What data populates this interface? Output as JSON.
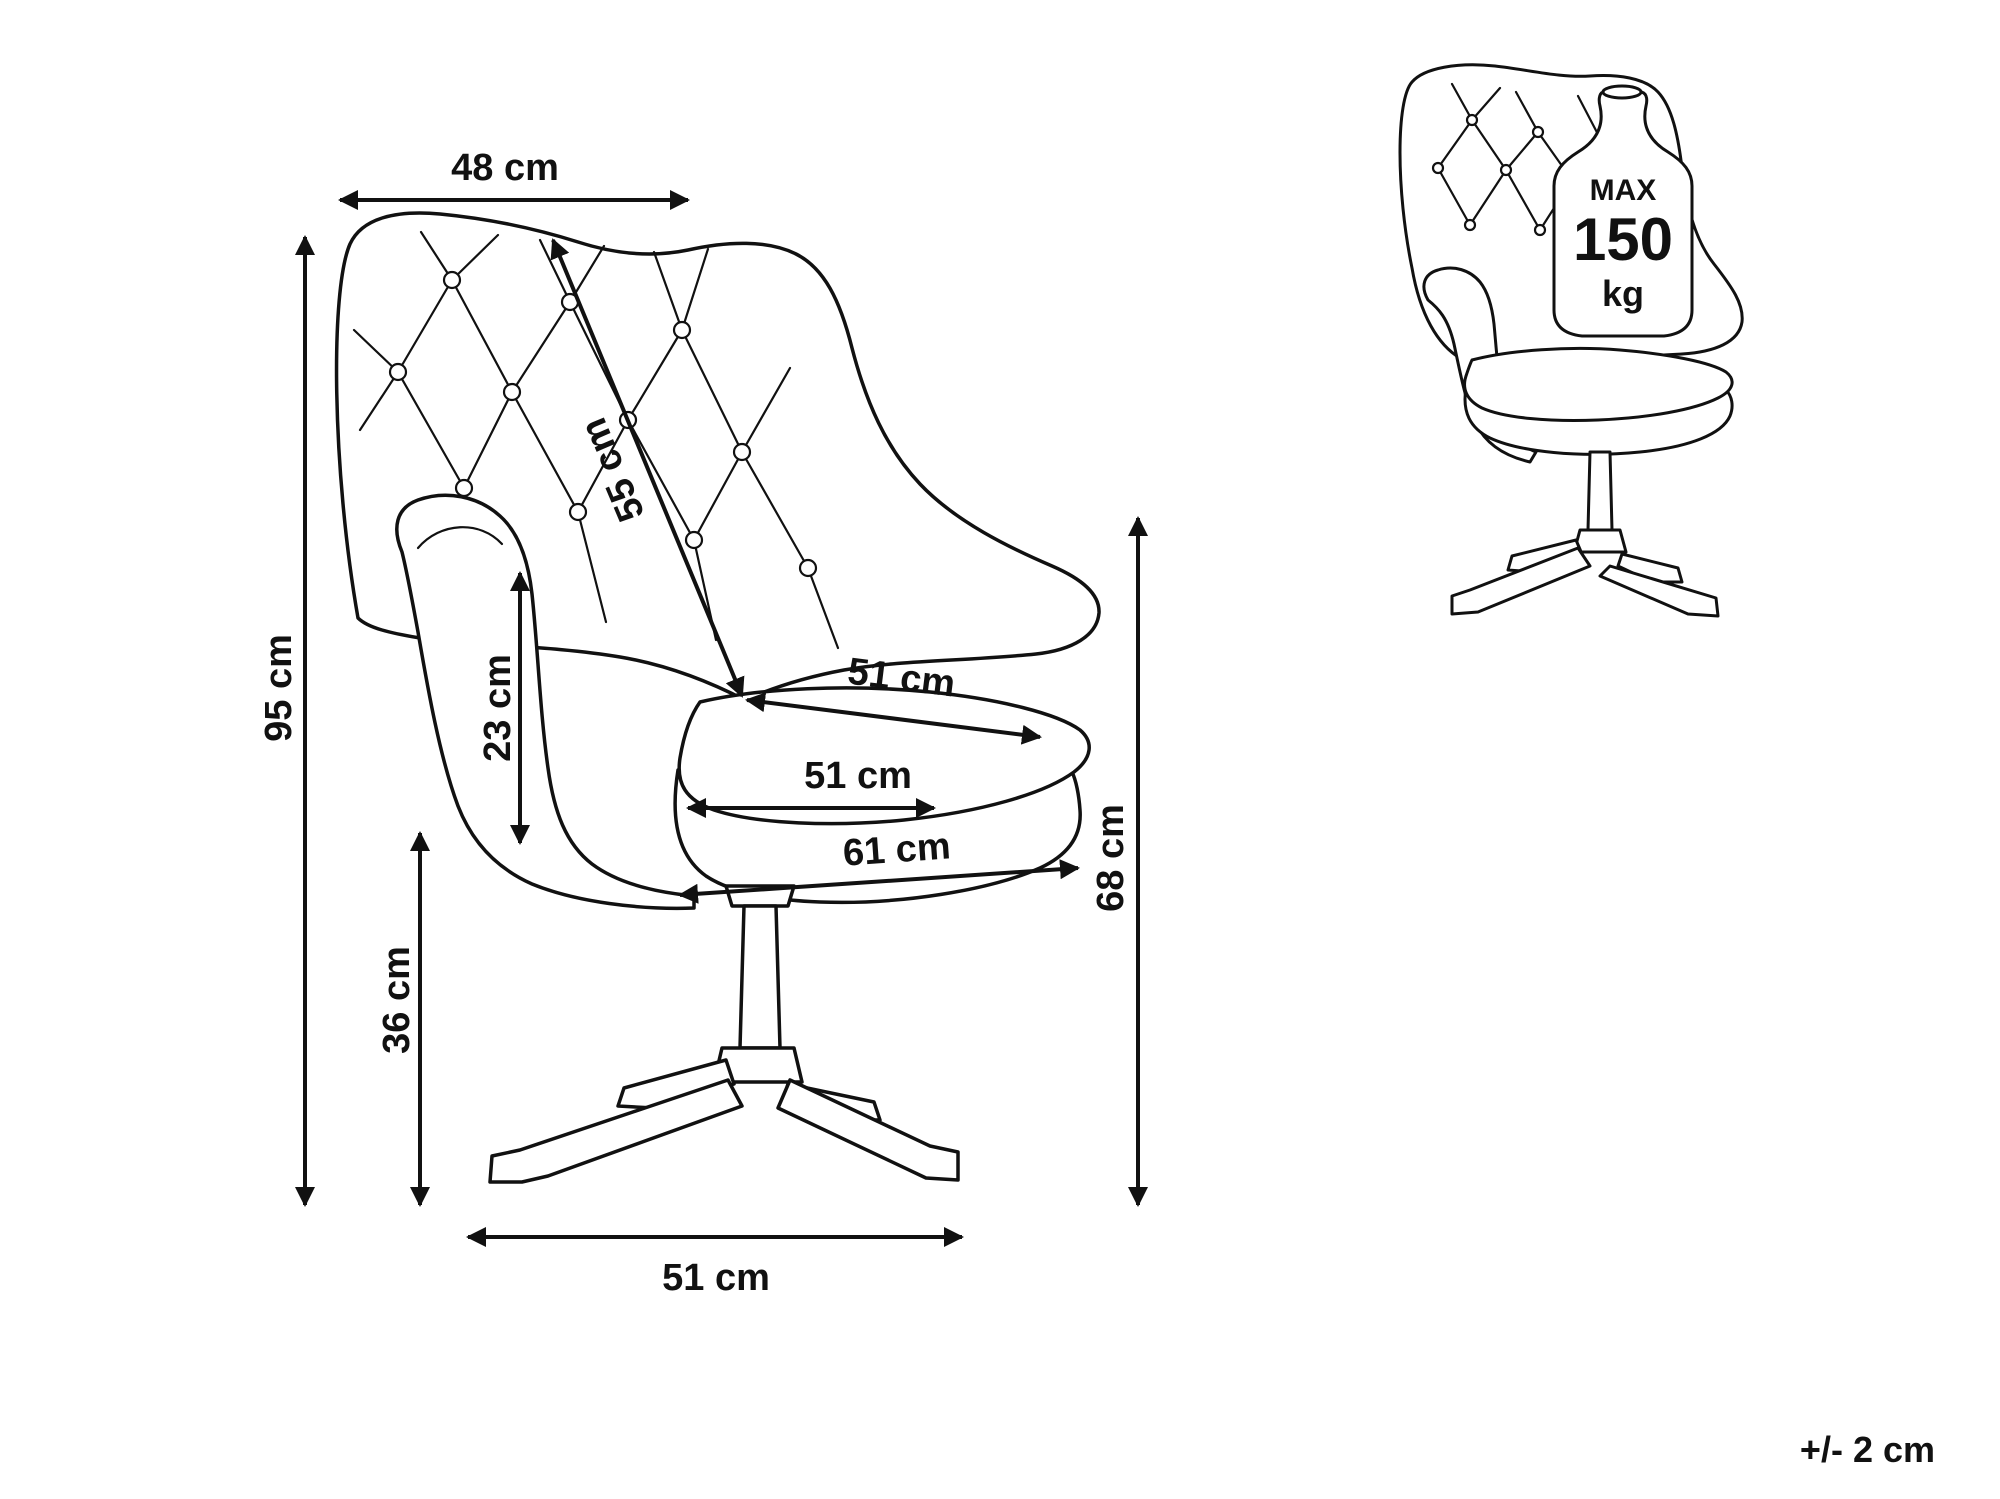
{
  "diagram": {
    "dimensions": {
      "backrest_top_width": "48 cm",
      "total_height": "95 cm",
      "backrest_length": "55 cm",
      "arm_height": "23 cm",
      "seat_depth": "51 cm",
      "seat_width": "51 cm",
      "seat_total_width": "61 cm",
      "seat_floor_height": "36 cm",
      "armrest_floor_height": "68 cm",
      "base_width": "51 cm"
    },
    "max_load": {
      "label": "MAX",
      "value": "150",
      "unit": "kg"
    },
    "tolerance": "+/- 2 cm",
    "colors": {
      "line": "#111111",
      "background": "#ffffff"
    }
  }
}
